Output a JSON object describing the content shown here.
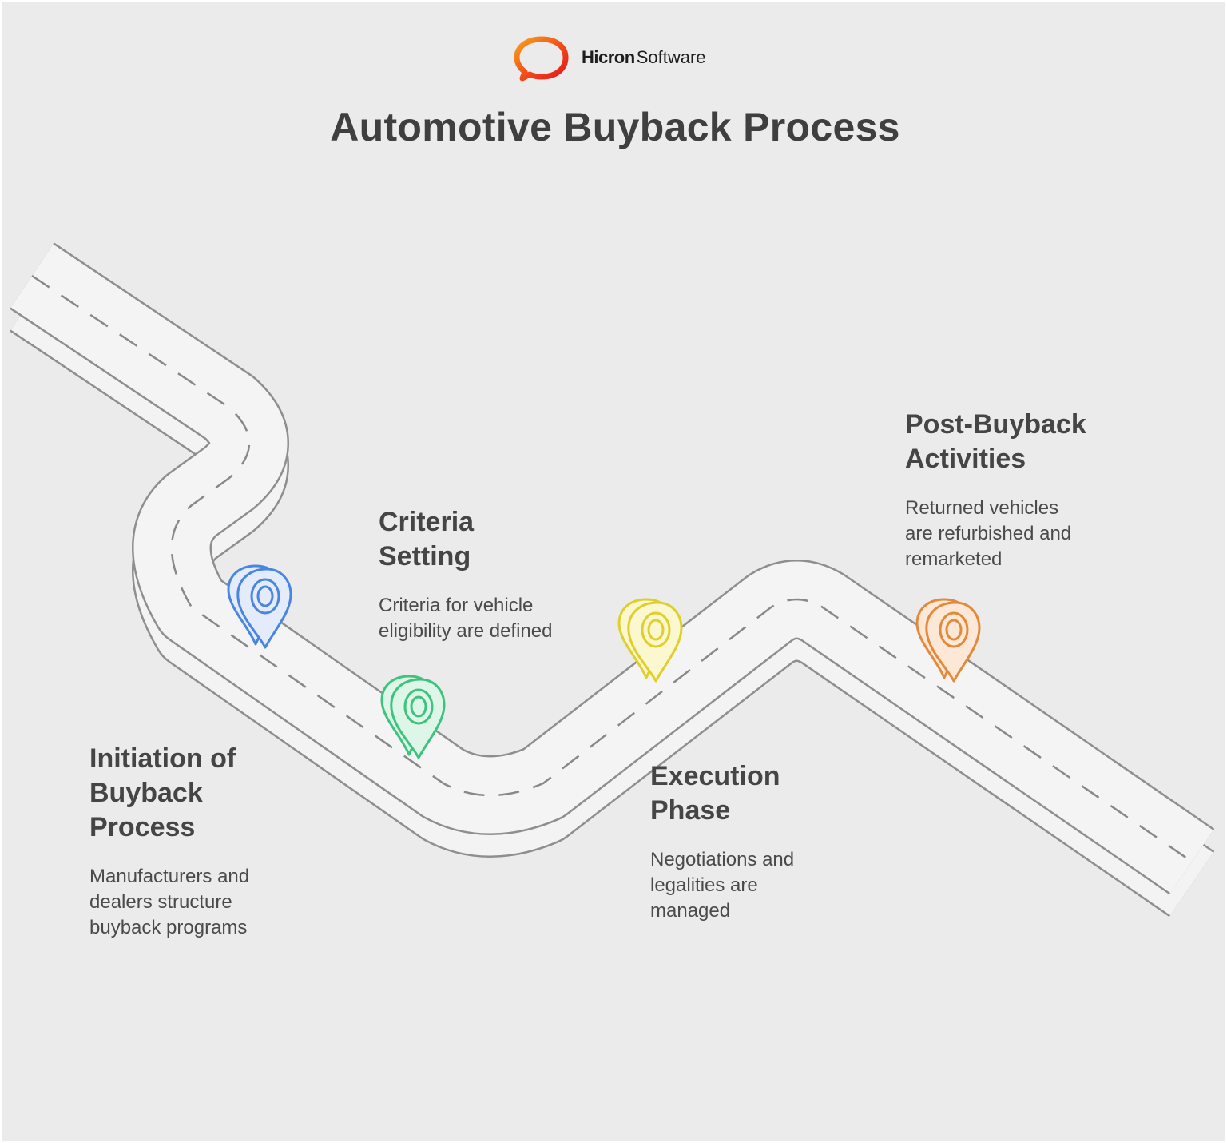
{
  "brand": {
    "name_strong": "Hicron",
    "name_light": "Software",
    "logo_icon": "speech-bubble-ring-icon",
    "colors": [
      "#e8141b",
      "#f7a21b"
    ]
  },
  "title": "Automotive Buyback Process",
  "steps": [
    {
      "title": "Initiation of\nBuyback\nProcess",
      "description": "Manufacturers and\ndealers structure\nbuyback programs",
      "pin_color": "#4a86e0",
      "pin_fill": "#e4ecfb",
      "icon": "map-pin-icon"
    },
    {
      "title": "Criteria\nSetting",
      "description": "Criteria for vehicle\neligibility are defined",
      "pin_color": "#3ec37e",
      "pin_fill": "#ddf6e8",
      "icon": "map-pin-icon"
    },
    {
      "title": "Execution\nPhase",
      "description": "Negotiations and\nlegalities are\nmanaged",
      "pin_color": "#e0cf2b",
      "pin_fill": "#fbf7cf",
      "icon": "map-pin-icon"
    },
    {
      "title": "Post-Buyback\nActivities",
      "description": "Returned vehicles\nare refurbished and\nremarketed",
      "pin_color": "#e38a3a",
      "pin_fill": "#fde8d7",
      "icon": "map-pin-icon"
    }
  ]
}
